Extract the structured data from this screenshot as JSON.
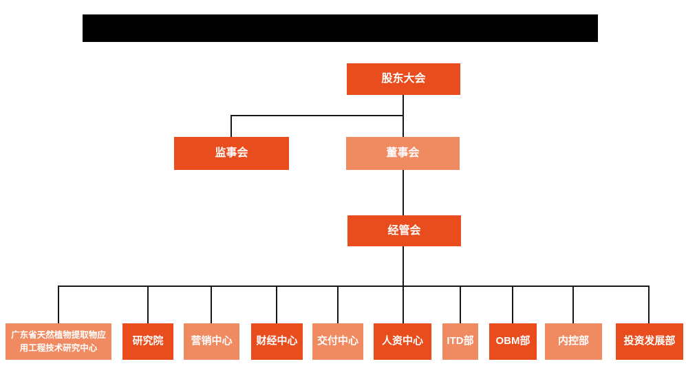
{
  "page": {
    "type": "organization-chart",
    "background": "#ffffff"
  },
  "colors": {
    "background": "#ffffff",
    "primary": "#e94c1d",
    "secondary": "#f08a61",
    "line": "#161616",
    "redaction": "#000000",
    "node_text": "#ffffff"
  },
  "title_bar": {
    "redacted": true,
    "text": ""
  },
  "org_chart": {
    "nodes": [
      {
        "id": "shareholders-meeting",
        "label": "股东大会",
        "variant": "primary",
        "level": 1
      },
      {
        "id": "supervisory-board",
        "label": "监事会",
        "variant": "primary",
        "level": 2
      },
      {
        "id": "board-of-directors",
        "label": "董事会",
        "variant": "secondary",
        "level": 2
      },
      {
        "id": "management-committee",
        "label": "经管会",
        "variant": "primary",
        "level": 3
      },
      {
        "id": "guangdong-natural-plant-extract-engineering-research-center",
        "label": "广东省天然植物提取物应\n用工程技术研究中心",
        "variant": "secondary",
        "level": 4
      },
      {
        "id": "research-institute",
        "label": "研究院",
        "variant": "primary",
        "level": 4
      },
      {
        "id": "marketing-center",
        "label": "营销中心",
        "variant": "secondary",
        "level": 4
      },
      {
        "id": "finance-center",
        "label": "财经中心",
        "variant": "primary",
        "level": 4
      },
      {
        "id": "delivery-center",
        "label": "交付中心",
        "variant": "secondary",
        "level": 4
      },
      {
        "id": "hr-center",
        "label": "人资中心",
        "variant": "primary",
        "level": 4
      },
      {
        "id": "itd-department",
        "label": "ITD部",
        "variant": "secondary",
        "level": 4
      },
      {
        "id": "obm-department",
        "label": "OBM部",
        "variant": "primary",
        "level": 4
      },
      {
        "id": "internal-control-department",
        "label": "内控部",
        "variant": "secondary",
        "level": 4
      },
      {
        "id": "investment-development-department",
        "label": "投资发展部",
        "variant": "primary",
        "level": 4
      }
    ],
    "edges": [
      {
        "from": "shareholders-meeting",
        "to": "supervisory-board"
      },
      {
        "from": "shareholders-meeting",
        "to": "board-of-directors"
      },
      {
        "from": "board-of-directors",
        "to": "management-committee"
      },
      {
        "from": "management-committee",
        "to": "guangdong-natural-plant-extract-engineering-research-center"
      },
      {
        "from": "management-committee",
        "to": "research-institute"
      },
      {
        "from": "management-committee",
        "to": "marketing-center"
      },
      {
        "from": "management-committee",
        "to": "finance-center"
      },
      {
        "from": "management-committee",
        "to": "delivery-center"
      },
      {
        "from": "management-committee",
        "to": "hr-center"
      },
      {
        "from": "management-committee",
        "to": "itd-department"
      },
      {
        "from": "management-committee",
        "to": "obm-department"
      },
      {
        "from": "management-committee",
        "to": "internal-control-department"
      },
      {
        "from": "management-committee",
        "to": "investment-development-department"
      }
    ]
  }
}
